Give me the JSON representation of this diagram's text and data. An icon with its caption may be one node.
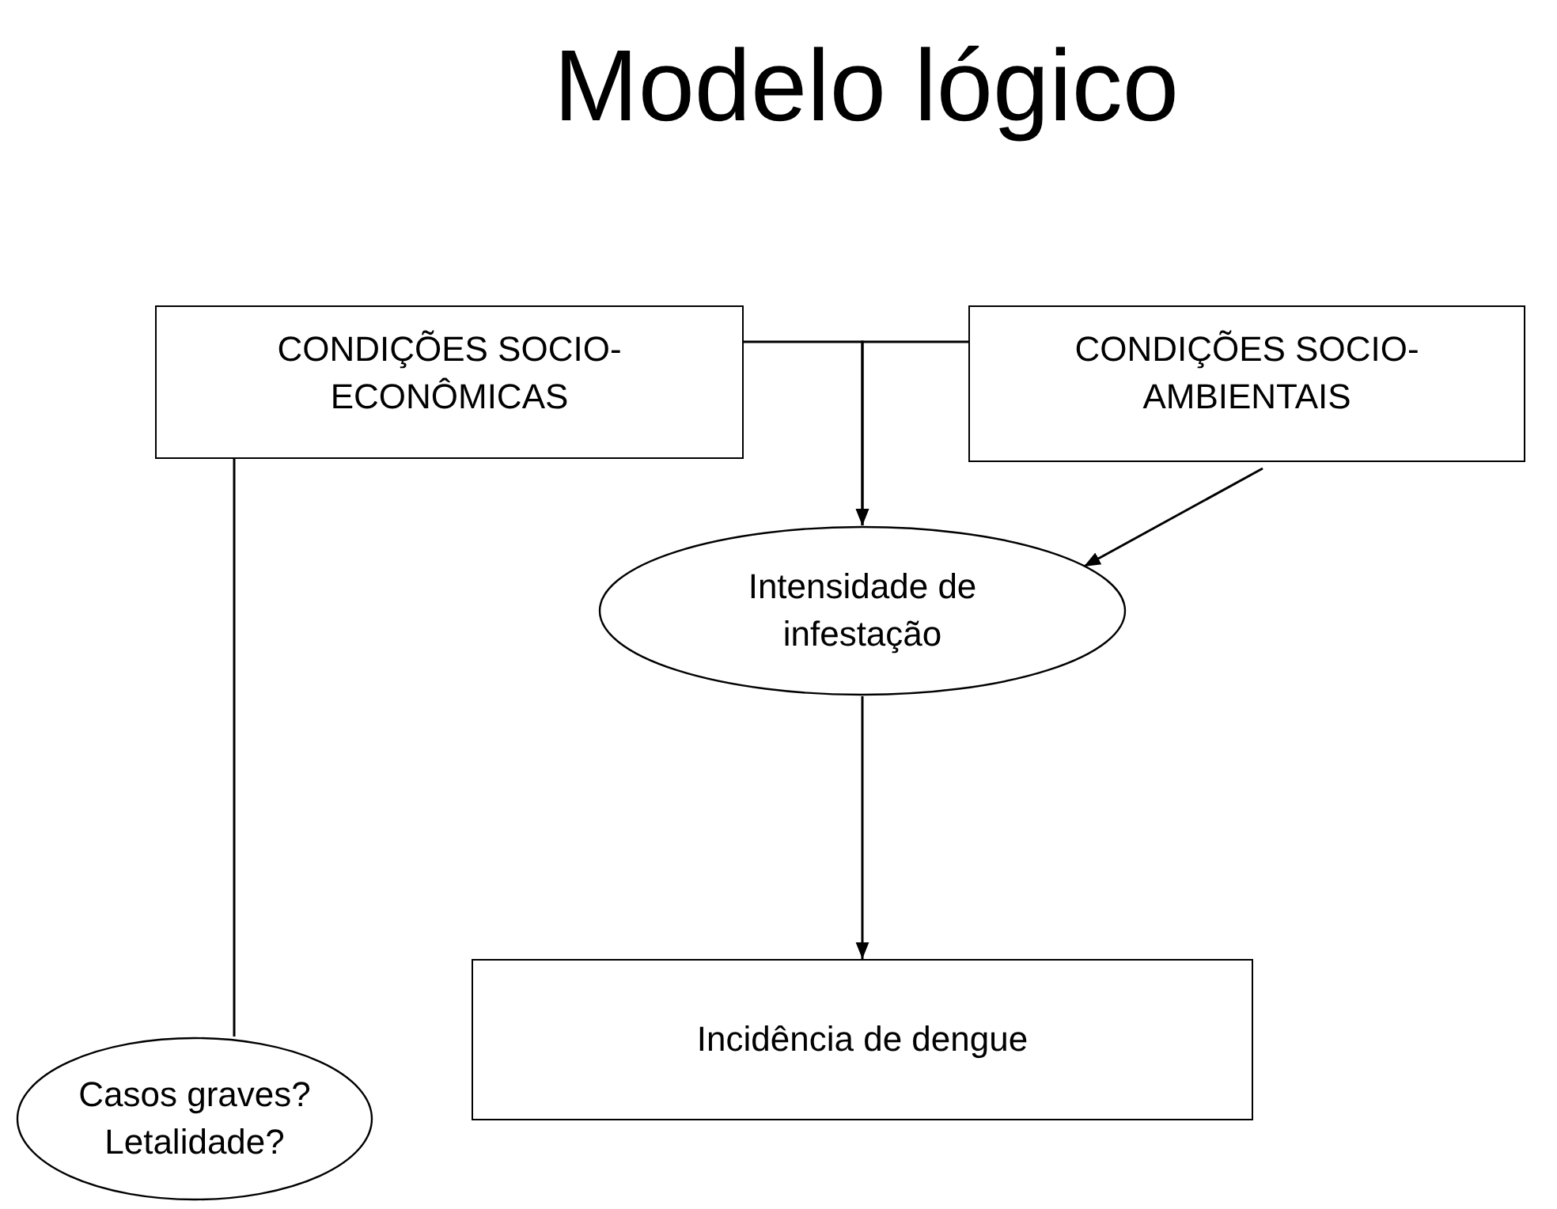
{
  "diagram": {
    "title": "Modelo lógico",
    "nodes": [
      {
        "text": [
          "CONDIÇÕES SOCIO- ECONÔMICAS"
        ]
      },
      {
        "text": [
          "CONDIÇÕES SOCIO- AMBIENTAIS"
        ]
      },
      {
        "text": [
          "Intensidade de infestação"
        ]
      },
      {
        "text": [
          "Incidência de dengue"
        ]
      },
      {
        "text": [
          "Casos graves? Letalidade?"
        ]
      }
    ],
    "edges": [
      {
        "from": 0,
        "to": 2,
        "arrow": "to"
      },
      {
        "from": 1,
        "to": 2,
        "arrow": "to"
      },
      {
        "from": 1,
        "to": 2,
        "arrow": "to"
      },
      {
        "from": 2,
        "to": 3,
        "arrow": "to"
      },
      {
        "from": 0,
        "to": 4,
        "arrow": "none"
      }
    ]
  }
}
